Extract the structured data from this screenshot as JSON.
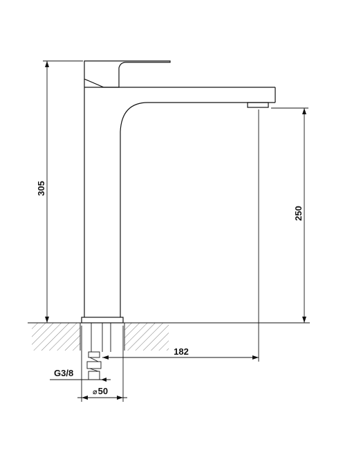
{
  "drawing": {
    "subject": "faucet",
    "dimensions": {
      "total_height": "305",
      "spout_height": "250",
      "spout_reach": "182",
      "thread": "G3/8",
      "base_diameter_symbol": "⌀",
      "base_diameter": "50"
    }
  },
  "colors": {
    "ink": "#111111",
    "background": "#ffffff"
  }
}
